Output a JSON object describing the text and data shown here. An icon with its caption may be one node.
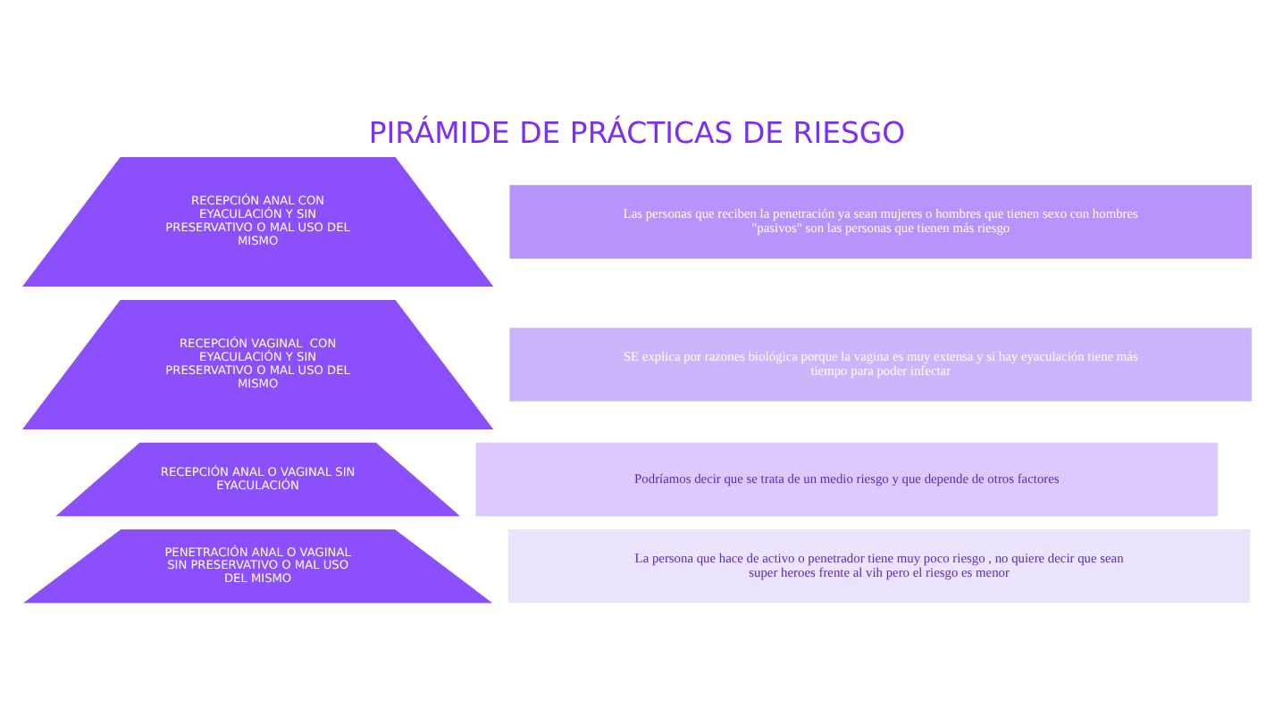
{
  "diagram": {
    "title": "PIRÁMIDE DE PRÁCTICAS DE RIESGO",
    "nodes": [
      {
        "text": [
          "RECEPCIÓN ANAL CON EYACULACIÓN Y SIN PRESERVATIVO O MAL USO DEL MISMO"
        ]
      },
      {
        "text": [
          "Las personas que reciben la penetración ya sean mujeres o hombres que tienen sexo con hombres \"pasivos\" son las personas que tienen más riesgo"
        ]
      },
      {
        "text": [
          "RECEPCIÓN VAGINAL  CON EYACULACIÓN Y SIN PRESERVATIVO O MAL USO DEL MISMO"
        ]
      },
      {
        "text": [
          "SE explica por razones biológica porque la vagina es muy extensa y si hay eyaculación tiene más tiempo para poder infectar"
        ]
      },
      {
        "text": [
          "RECEPCIÓN ANAL O VAGINAL SIN EYACULACIÓN"
        ]
      },
      {
        "text": [
          "Podríamos decir que se trata de un medio riesgo y que depende de otros factores"
        ]
      },
      {
        "text": [
          "PENETRACIÓN ANAL O VAGINAL  SIN PRESERVATIVO O MAL USO DEL MISMO"
        ]
      },
      {
        "text": [
          "La persona que hace de activo o penetrador tiene muy poco riesgo , no quiere decir que sean super heroes frente al vih pero el riesgo es menor"
        ]
      }
    ],
    "edges": []
  }
}
